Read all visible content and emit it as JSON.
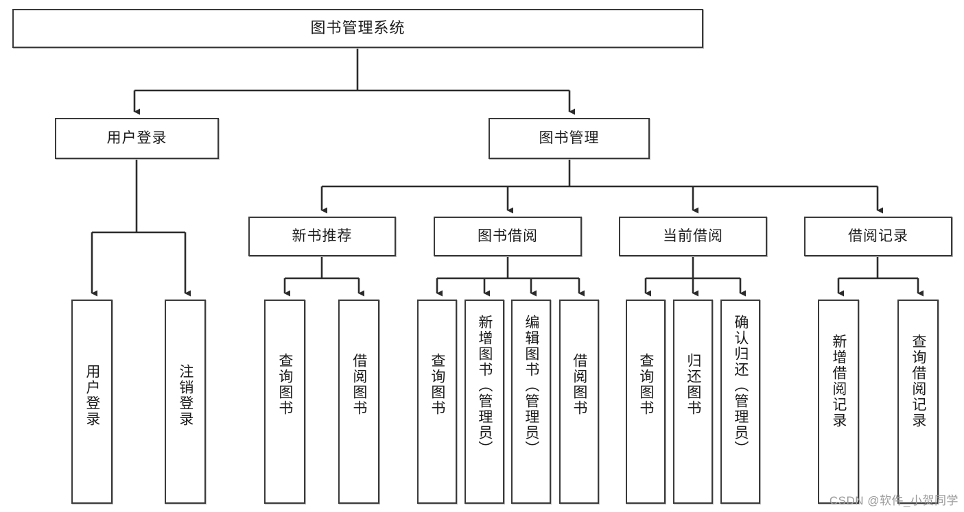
{
  "diagram": {
    "type": "tree",
    "title": "图书管理系统",
    "orientation": "top-down",
    "colors": {
      "box_border": "#3a3a3a",
      "box_fill": "#ffffff",
      "connector": "#2b2b2b",
      "text": "#1a1a1a",
      "watermark": "#9a9a9a"
    }
  },
  "root": {
    "label": "图书管理系统"
  },
  "level1": [
    {
      "label": "用户登录"
    },
    {
      "label": "图书管理"
    }
  ],
  "level2": [
    {
      "label": "新书推荐"
    },
    {
      "label": "图书借阅"
    },
    {
      "label": "当前借阅"
    },
    {
      "label": "借阅记录"
    }
  ],
  "leaves": {
    "user_login": [
      {
        "label": "用户登录"
      },
      {
        "label": "注销登录"
      }
    ],
    "new_book": [
      {
        "label": "查询图书"
      },
      {
        "label": "借阅图书"
      }
    ],
    "borrow_book": [
      {
        "label": "查询图书"
      },
      {
        "label": "新增图书（管理员）"
      },
      {
        "label": "编辑图书（管理员）"
      },
      {
        "label": "借阅图书"
      }
    ],
    "current_borrow": [
      {
        "label": "查询图书"
      },
      {
        "label": "归还图书"
      },
      {
        "label": "确认归还（管理员）"
      }
    ],
    "borrow_record": [
      {
        "label": "新增借阅记录"
      },
      {
        "label": "查询借阅记录"
      }
    ]
  },
  "watermark": {
    "text": "CSDN @软件_小贺同学"
  }
}
